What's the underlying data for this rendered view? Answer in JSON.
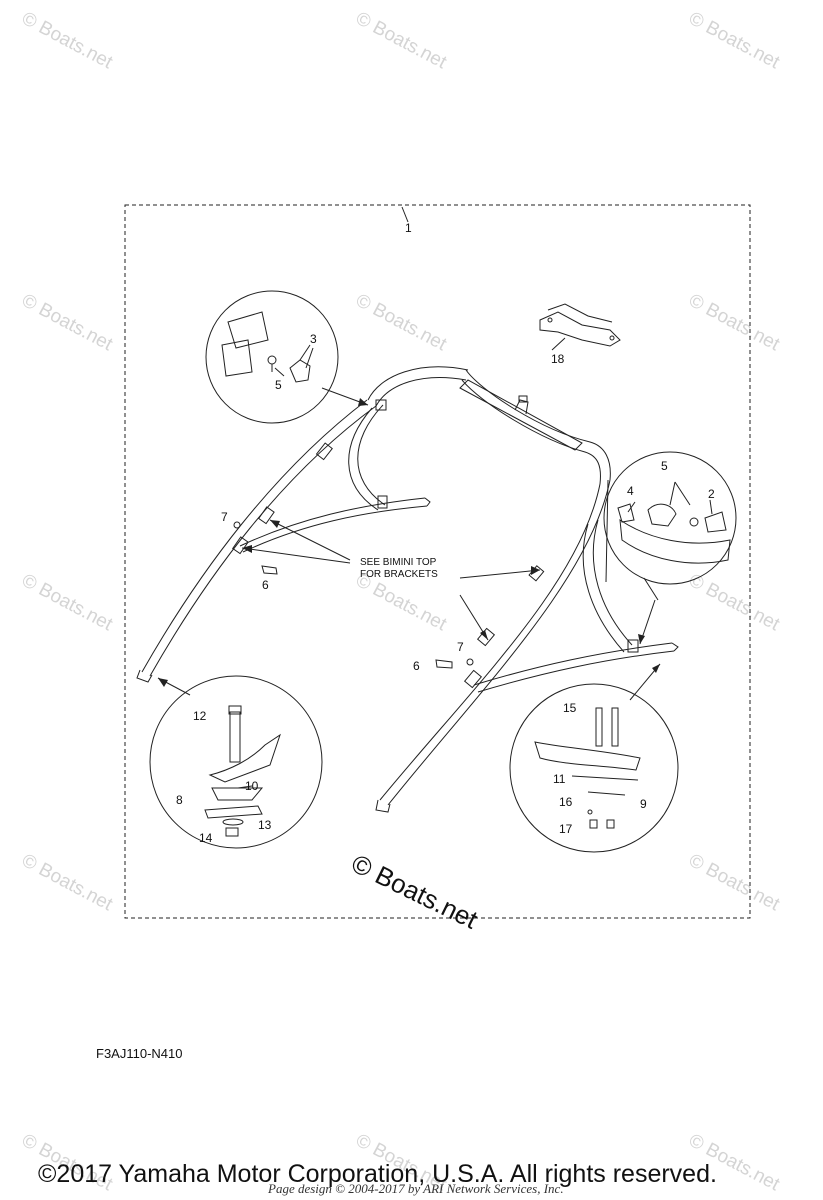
{
  "watermark": "© Boats.net",
  "center_watermark": "© Boats.net",
  "assembly_label": "1",
  "callouts": {
    "c2": "2",
    "c3": "3",
    "c4": "4",
    "c5a": "5",
    "c5b": "5",
    "c6a": "6",
    "c6b": "6",
    "c7a": "7",
    "c7b": "7",
    "c8": "8",
    "c9": "9",
    "c10": "10",
    "c11": "11",
    "c12": "12",
    "c13": "13",
    "c14": "14",
    "c15": "15",
    "c16": "16",
    "c17": "17",
    "c18": "18"
  },
  "note": "SEE BIMINI TOP\nFOR BRACKETS",
  "diagram_code": "F3AJ110-N410",
  "copyright": "©2017 Yamaha Motor Corporation, U.S.A. All rights reserved.",
  "page_credit": "Page design © 2004-2017 by ARI Network Services, Inc."
}
